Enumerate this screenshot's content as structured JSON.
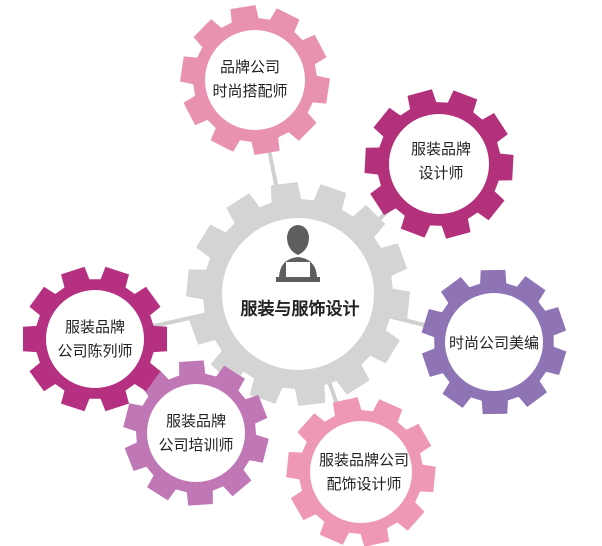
{
  "diagram": {
    "center": {
      "title": "服装与服饰设计",
      "color": "#d4d4d4",
      "icon": "person-laptop-icon"
    },
    "gears": [
      {
        "id": "brand-stylist",
        "lines": [
          "品牌公司",
          "时尚搭配师"
        ],
        "color": "#e891b1"
      },
      {
        "id": "fashion-designer",
        "lines": [
          "服装品牌",
          "设计师"
        ],
        "color": "#b3307a"
      },
      {
        "id": "art-editor",
        "lines": [
          "时尚公司美编"
        ],
        "color": "#8e74b4"
      },
      {
        "id": "accessory-designer",
        "lines": [
          "服装品牌公司",
          "配饰设计师"
        ],
        "color": "#ee98b6"
      },
      {
        "id": "trainer",
        "lines": [
          "服装品牌",
          "公司培训师"
        ],
        "color": "#c077b6"
      },
      {
        "id": "display-designer",
        "lines": [
          "服装品牌",
          "公司陈列师"
        ],
        "color": "#b53080"
      }
    ],
    "connector_color": "#d0d0d0"
  }
}
